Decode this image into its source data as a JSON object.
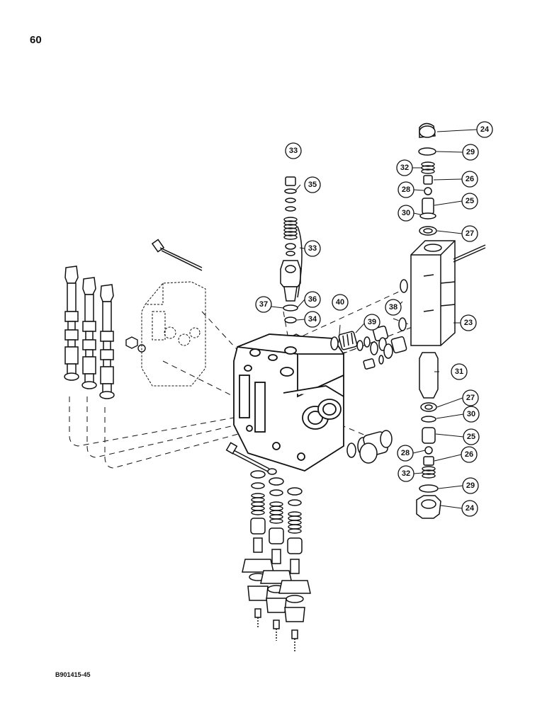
{
  "page_number": "60",
  "figure_code": "B901415-45",
  "callouts": [
    {
      "id": "c24a",
      "label": "24"
    },
    {
      "id": "c29a",
      "label": "29"
    },
    {
      "id": "c32a",
      "label": "32"
    },
    {
      "id": "c26a",
      "label": "26"
    },
    {
      "id": "c28a",
      "label": "28"
    },
    {
      "id": "c25a",
      "label": "25"
    },
    {
      "id": "c30a",
      "label": "30"
    },
    {
      "id": "c27a",
      "label": "27"
    },
    {
      "id": "c33a",
      "label": "33"
    },
    {
      "id": "c35",
      "label": "35"
    },
    {
      "id": "c33b",
      "label": "33"
    },
    {
      "id": "c37",
      "label": "37"
    },
    {
      "id": "c36",
      "label": "36"
    },
    {
      "id": "c34",
      "label": "34"
    },
    {
      "id": "c40",
      "label": "40"
    },
    {
      "id": "c39",
      "label": "39"
    },
    {
      "id": "c38",
      "label": "38"
    },
    {
      "id": "c23",
      "label": "23"
    },
    {
      "id": "c31",
      "label": "31"
    },
    {
      "id": "c27b",
      "label": "27"
    },
    {
      "id": "c30b",
      "label": "30"
    },
    {
      "id": "c25b",
      "label": "25"
    },
    {
      "id": "c28b",
      "label": "28"
    },
    {
      "id": "c26b",
      "label": "26"
    },
    {
      "id": "c32b",
      "label": "32"
    },
    {
      "id": "c29b",
      "label": "29"
    },
    {
      "id": "c24b",
      "label": "24"
    }
  ]
}
